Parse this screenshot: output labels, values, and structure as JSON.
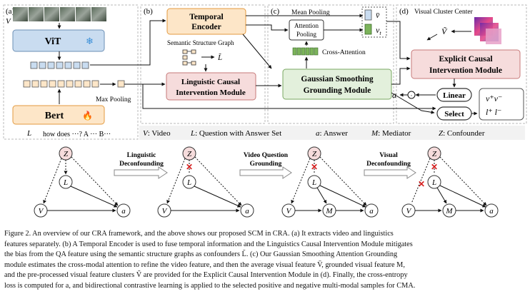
{
  "panels": {
    "a": {
      "label": "(a)",
      "v_symbol": "V",
      "l_symbol": "L",
      "vit_label": "ViT",
      "bert_label": "Bert",
      "max_pool_label": "Max Pooling",
      "question_text": "how does ···? A ··· B···"
    },
    "b": {
      "label": "(b)",
      "temporal_encoder": "Temporal Encoder",
      "ssg_label": "Semantic Structure Graph",
      "l_tilde": "L̃",
      "lcim": "Linguistic Causal Intervention Module"
    },
    "c": {
      "label": "(c)",
      "mean_pool": "Mean Pooling",
      "attn_pool": "Attention Pooling",
      "cross_attn": "Cross-Attention",
      "gsgm": "Gaussian Smoothing Grounding Module",
      "v_bar": "v̄",
      "v_t": "v",
      "v_t_sub": "t"
    },
    "d": {
      "label": "(d)",
      "visual_cluster": "Visual Cluster Center",
      "v_tilde": "Ṽ",
      "ecim": "Explicit Causal Intervention Module",
      "linear": "Linear",
      "select": "Select",
      "a_symbol": "a",
      "v_plus_minus": "v⁺v⁻",
      "l_plus_minus": "l⁺ l⁻"
    }
  },
  "legend": [
    {
      "sym": "V",
      "text": ": Video"
    },
    {
      "sym": "L",
      "text": ": Question with Answer Set"
    },
    {
      "sym": "a",
      "text": ": Answer"
    },
    {
      "sym": "M",
      "text": ": Mediator"
    },
    {
      "sym": "Z",
      "text": ": Confounder"
    }
  ],
  "scm": {
    "nodes": {
      "z": "Z",
      "l": "L",
      "v": "V",
      "a": "a",
      "m": "M"
    },
    "steps": [
      "Linguistic Deconfounding",
      "Video Question Grounding",
      "Visual Deconfounding"
    ]
  },
  "caption": {
    "lines": [
      "Figure 2.  An overview of our CRA framework, and the above shows our proposed SCM in CRA. (a) It extracts video and linguistics",
      "features separately. (b) A Temporal Encoder is used to fuse temporal information and the Linguistics Causal Intervention Module mitigates",
      "the bias from the QA feature using the semantic structure graphs as confounders L̃. (c) Our Gaussian Smoothing Attention Grounding",
      "module estimates the cross-modal attention to refine the video feature, and then the average visual feature V̄, grounded visual feature M,",
      "and the pre-processed visual feature clusters Ṽ are provided for the Explicit Causal Intervention Module in (d). Finally, the cross-entropy",
      "loss is computed for a, and bidirectional contrastive learning is applied to the selected positive and negative multi-modal samples for CMA."
    ]
  },
  "colors": {
    "orange_box": "#fde6c8",
    "orange_border": "#e39a3f",
    "pink_box": "#f6dcdc",
    "pink_border": "#c77a7a",
    "green_box": "#e3f0dc",
    "green_border": "#7aa862",
    "blue_feat": "#c9dcf0",
    "green_feat": "#7cb35b",
    "red_x": "#d62020",
    "panel_border": "#b9b9b9",
    "legend_bg": "#f2f2f2"
  }
}
